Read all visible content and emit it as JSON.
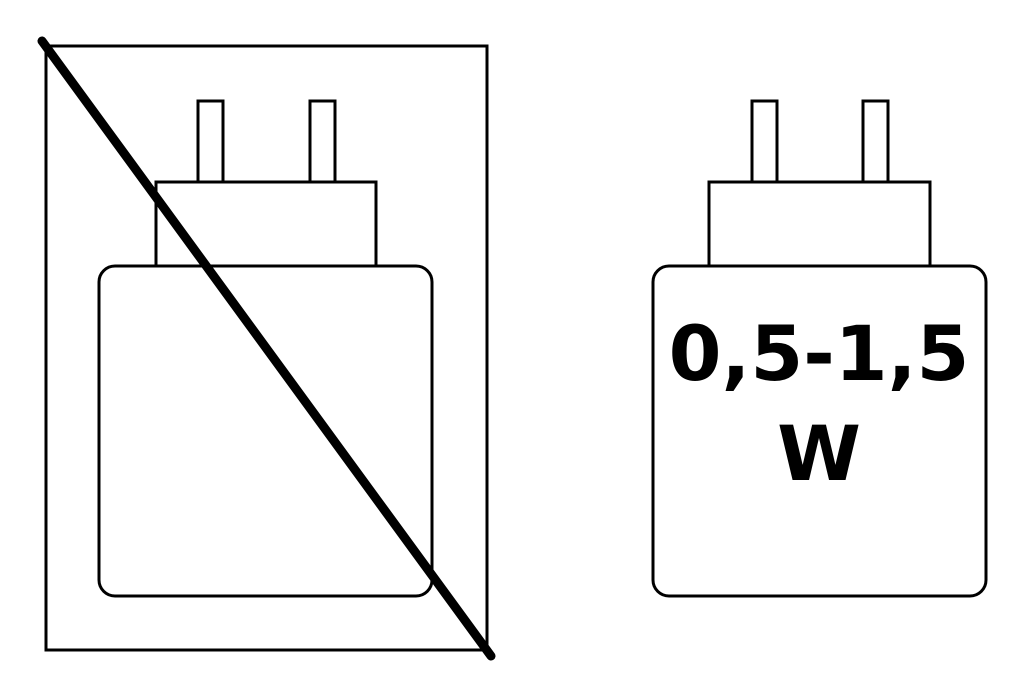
{
  "diagram": {
    "left_panel": {
      "meaning": "charger-not-included",
      "frame": true,
      "strike_through": true
    },
    "right_panel": {
      "meaning": "charger-power-rating",
      "power_range": "0,5-1,5",
      "unit": "W"
    },
    "colors": {
      "stroke": "#000000",
      "background": "#ffffff"
    }
  }
}
